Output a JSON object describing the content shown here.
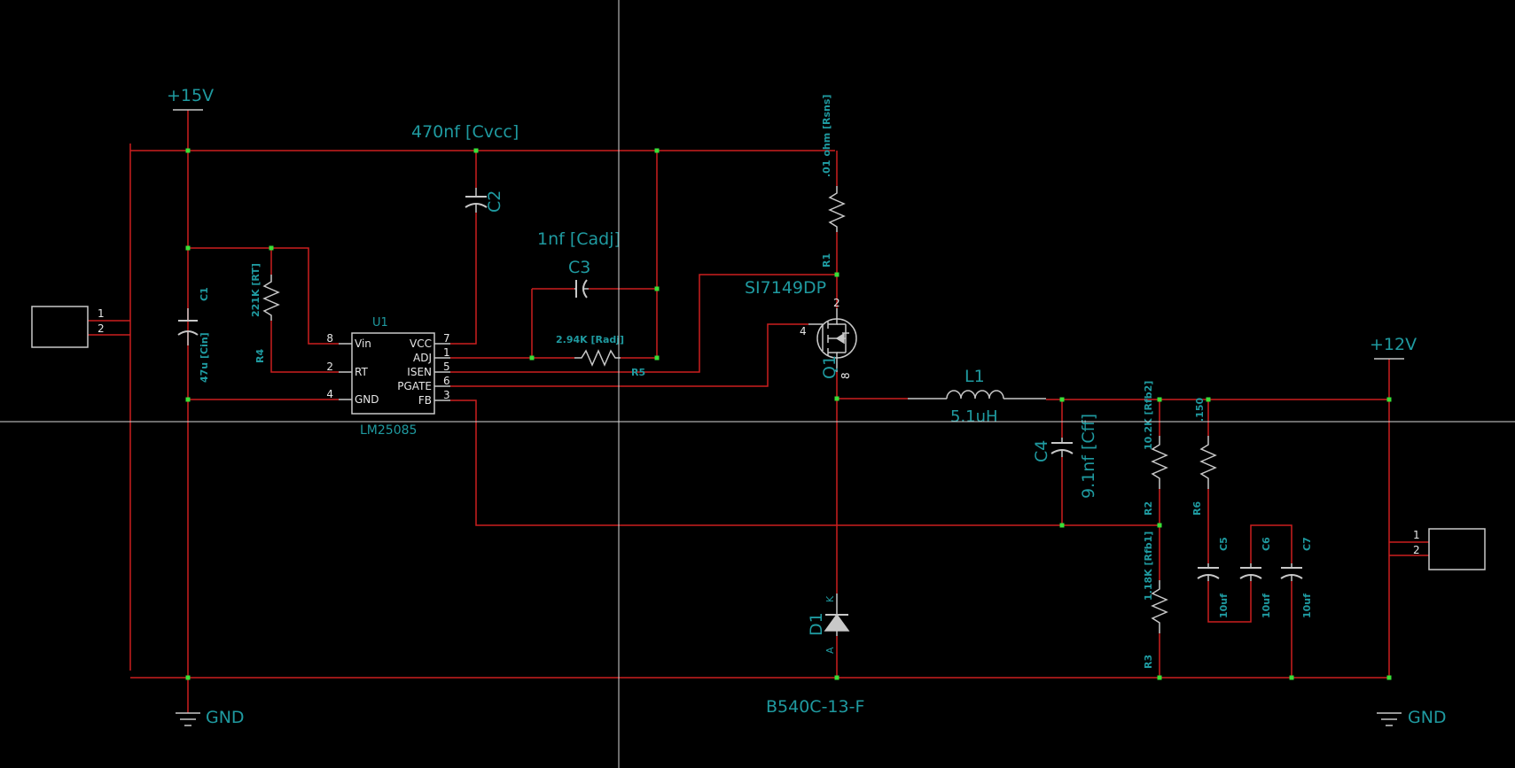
{
  "colors": {
    "background": "#000000",
    "wire": "#cc1f1f",
    "component": "#c8c8c8",
    "label": "#1f9aa0",
    "junction": "#38e038",
    "crosshair": "#d8d8d8"
  },
  "rails": {
    "vin": "+15V",
    "vout": "+12V",
    "gnd_left": "GND",
    "gnd_right": "GND"
  },
  "connectors": {
    "input_pins": [
      "1",
      "2"
    ],
    "output_pins": [
      "1",
      "2"
    ]
  },
  "ic": {
    "ref": "U1",
    "part": "LM25085",
    "left_pins": [
      {
        "num": "8",
        "name": "Vin"
      },
      {
        "num": "2",
        "name": "RT"
      },
      {
        "num": "4",
        "name": "GND"
      }
    ],
    "right_pins": [
      {
        "num": "7",
        "name": "VCC"
      },
      {
        "num": "1",
        "name": "ADJ"
      },
      {
        "num": "5",
        "name": "ISEN"
      },
      {
        "num": "6",
        "name": "PGATE"
      },
      {
        "num": "3",
        "name": "FB"
      }
    ]
  },
  "components": {
    "c1": {
      "ref": "C1",
      "value": "47u [Cin]"
    },
    "c2": {
      "ref": "C2",
      "value": "470nf [Cvcc]"
    },
    "c3": {
      "ref": "C3",
      "value": "1nf [Cadj]"
    },
    "c4": {
      "ref": "C4",
      "value": "9.1nf [Cff]"
    },
    "c5": {
      "ref": "C5",
      "value": "10uf"
    },
    "c6": {
      "ref": "C6",
      "value": "10uf"
    },
    "c7": {
      "ref": "C7",
      "value": "10uf"
    },
    "r1": {
      "ref": "R1",
      "value": ".01 ohm [Rsns]"
    },
    "r2": {
      "ref": "R2",
      "value": "10.2K [Rfb2]"
    },
    "r3": {
      "ref": "R3",
      "value": "1.18K [Rfb1]"
    },
    "r4": {
      "ref": "R4",
      "value": "221K [RT]"
    },
    "r5": {
      "ref": "R5",
      "value": "2.94K [Radj]"
    },
    "r6": {
      "ref": "R6",
      "value": ".150"
    },
    "l1": {
      "ref": "L1",
      "value": "5.1uH"
    },
    "d1": {
      "ref": "D1",
      "value": "B540C-13-F",
      "anode": "A",
      "cathode": "K"
    },
    "q1": {
      "ref": "Q1",
      "value": "SI7149DP",
      "pins": [
        "2",
        "4",
        "8"
      ]
    }
  }
}
